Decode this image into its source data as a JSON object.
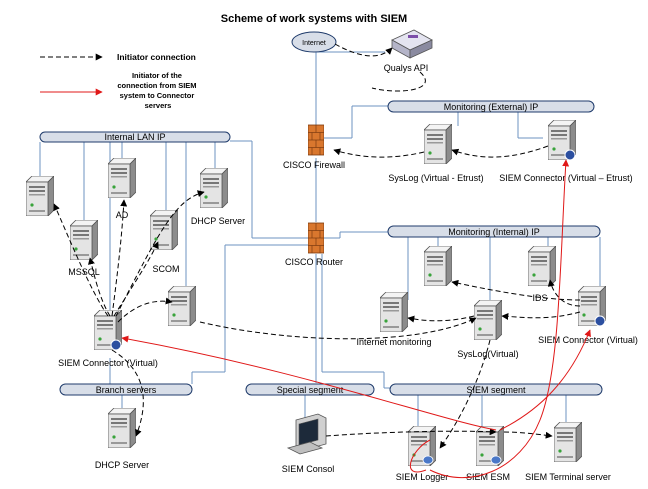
{
  "title": "Scheme of work systems with SIEM",
  "legend": {
    "initiator": "Initiator connection",
    "siem_initiator": [
      "Initiator of the",
      "connection from SIEM",
      "system to Connector",
      "servers"
    ]
  },
  "segments": {
    "internal_lan": "Internal LAN IP",
    "monitoring_external": "Monitoring (External) IP",
    "monitoring_internal": "Monitoring (Internal) IP",
    "branch_servers": "Branch servers",
    "special_segment": "Special segment",
    "siem_segment": "SIEM segment"
  },
  "nodes": {
    "internet": "Internet",
    "qualys": "Qualys API",
    "firewall": "CISCO Firewall",
    "router": "CISCO Router",
    "syslog_external": "SysLog (Virtual - Etrust)",
    "connector_external": "SIEM Connector (Virtual – Etrust)",
    "ad": "AD",
    "dhcp_server": "DHCP Server",
    "mssql": "MSSQL",
    "scom": "SCOM",
    "connector_virtual": "SIEM Connector (Virtual)",
    "dhcp_branch": "DHCP Server",
    "internet_monitoring": "Internet monitoring",
    "syslog_virtual": "SysLog(Virtual)",
    "ids": "IDS",
    "connector_internal": "SIEM Connector (Virtual)",
    "siem_consol": "SIEM Consol",
    "siem_logger": "SIEM Logger",
    "siem_esm": "SIEM ESM",
    "siem_terminal": "SIEM Terminal server"
  },
  "colors": {
    "bus_fill": "#d8dee8",
    "bus_stroke": "#1f3b6b",
    "network_line": "#6e93c2",
    "siem_initiator_line": "#e01818",
    "firewall": "#d9772e"
  }
}
